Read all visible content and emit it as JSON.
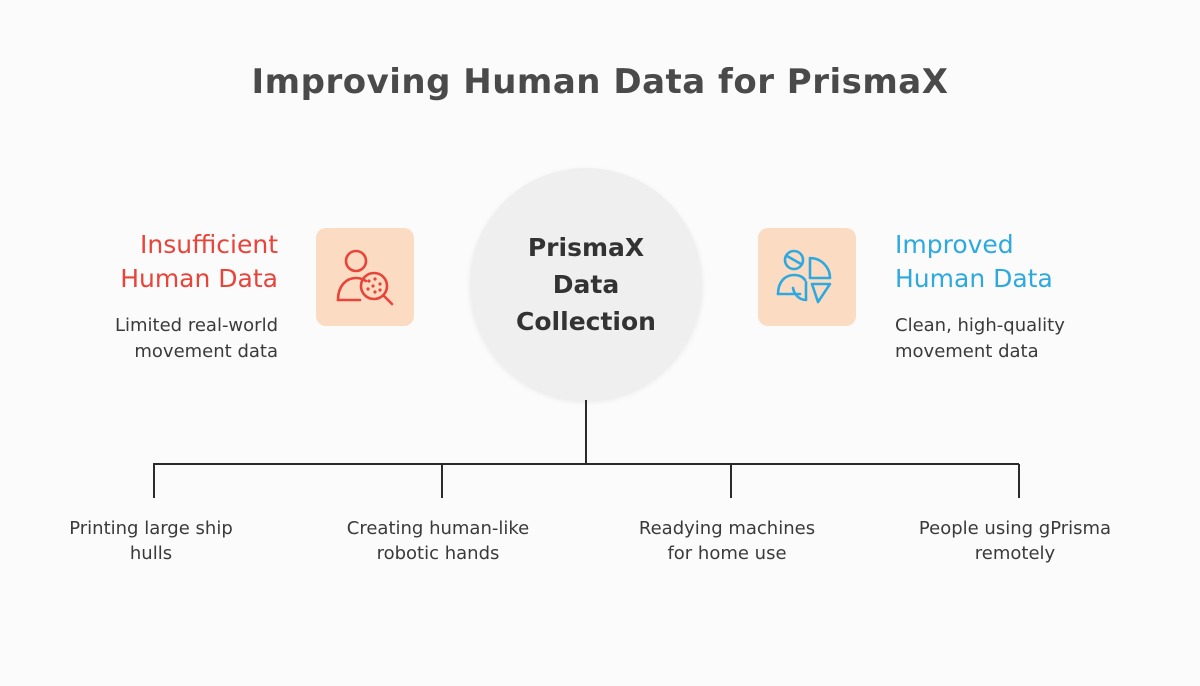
{
  "title": "Improving Human Data for PrismaX",
  "center": {
    "line1": "PrismaX",
    "line2": "Data",
    "line3": "Collection"
  },
  "left": {
    "title_line1": "Insufficient",
    "title_line2": "Human Data",
    "desc_line1": "Limited real-world",
    "desc_line2": "movement data",
    "color": "#e8443a",
    "icon": "person-magnifier-icon"
  },
  "right": {
    "title_line1": "Improved",
    "title_line2": "Human Data",
    "desc_line1": "Clean, high-quality",
    "desc_line2": "movement data",
    "color": "#2ea9df",
    "icon": "person-pie-chart-icon"
  },
  "branches": [
    {
      "line1": "Printing large ship",
      "line2": "hulls"
    },
    {
      "line1": "Creating human-like",
      "line2": "robotic hands"
    },
    {
      "line1": "Readying machines",
      "line2": "for home use"
    },
    {
      "line1": "People using gPrisma",
      "line2": "remotely"
    }
  ],
  "colors": {
    "icon_background": "#fbdcc3",
    "circle_background": "#efefef",
    "line": "#2b2b2b"
  }
}
